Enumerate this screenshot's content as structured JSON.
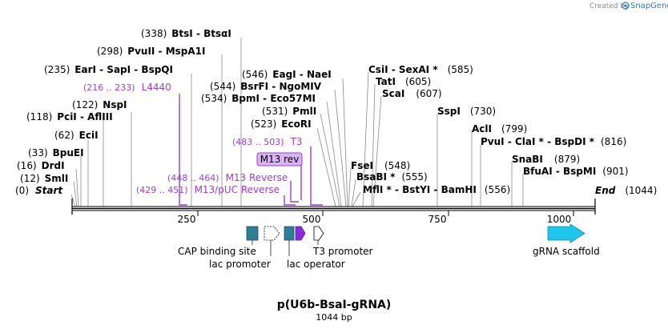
{
  "watermark": {
    "prefix": "Created by",
    "brand": "SnapGene",
    "brand_color": "#2e7bbf"
  },
  "plasmid": {
    "name": "p(U6b-BsaI-gRNA)",
    "length_label": "1044 bp",
    "start_pos": "(0)",
    "start_label": "Start",
    "end_label": "End",
    "end_pos": "(1044)"
  },
  "ruler_ticks": [
    "250",
    "500",
    "750",
    "1000"
  ],
  "sites": [
    {
      "pos": "(12)",
      "names": "SmlI"
    },
    {
      "pos": "(16)",
      "names": "DrdI"
    },
    {
      "pos": "(33)",
      "names": "BpuEI"
    },
    {
      "pos": "(62)",
      "names": "EciI"
    },
    {
      "pos": "(118)",
      "names": "PciI  - AflIII"
    },
    {
      "pos": "(122)",
      "names": "NspI"
    },
    {
      "pos": "(235)",
      "names": "EarI  - SapI  - BspQI"
    },
    {
      "pos": "(298)",
      "names": "PvuII  - MspA1I"
    },
    {
      "pos": "(338)",
      "names": "BtsI  - BtsαI"
    },
    {
      "pos": "(523)",
      "names": "EcoRI"
    },
    {
      "pos": "(531)",
      "names": "PmlI"
    },
    {
      "pos": "(534)",
      "names": "BpmI  - Eco57MI"
    },
    {
      "pos": "(544)",
      "names": "BsrFI  - NgoMIV"
    },
    {
      "pos": "(546)",
      "names": "EagI  - NaeI"
    },
    {
      "names": "CsiI  - SexAI *",
      "pos": "(585)"
    },
    {
      "names": "TatI",
      "pos": "(605)"
    },
    {
      "names": "ScaI",
      "pos": "(607)"
    },
    {
      "names": "SspI",
      "pos": "(730)"
    },
    {
      "names": "AclI",
      "pos": "(799)"
    },
    {
      "names": "PvuI  - ClaI *  - BspDI *",
      "pos": "(816)"
    },
    {
      "names": "SnaBI",
      "pos": "(879)"
    },
    {
      "names": "BfuAI  - BspMI",
      "pos": "(901)"
    },
    {
      "names": "FseI",
      "pos": "(548)"
    },
    {
      "names": "BsaBI *",
      "pos": "(555)"
    },
    {
      "names": "MflI *  - BstYI  - BamHI",
      "pos": "(556)"
    }
  ],
  "primers": [
    {
      "range": "(216 .. 233)",
      "name": "L4440"
    },
    {
      "range": "(483 .. 503)",
      "name": "T3"
    },
    {
      "range": "(448 .. 464)",
      "name": "M13 Reverse"
    },
    {
      "range": "(429 .. 451)",
      "name": "M13/pUC Reverse"
    }
  ],
  "highlight_primer": "M13 rev",
  "features": [
    {
      "name": "CAP binding site",
      "color": "#2e7f94"
    },
    {
      "name": "lac promoter",
      "color": "#ffffff"
    },
    {
      "name": "lac operator",
      "color": "#2e7f94"
    },
    {
      "name": "M13 rev",
      "color": "#8a2be2"
    },
    {
      "name": "T3 promoter",
      "color": "#ffffff"
    },
    {
      "name": "gRNA scaffold",
      "color": "#1ec6ee"
    }
  ],
  "colors": {
    "primer": "#9a3fd0",
    "primer_box": "#d9b3f5",
    "teal": "#2e7f94",
    "purple": "#8a2be2",
    "cyan": "#1ec6ee",
    "leader": "#8a8a8a",
    "backbone": "#000000"
  }
}
